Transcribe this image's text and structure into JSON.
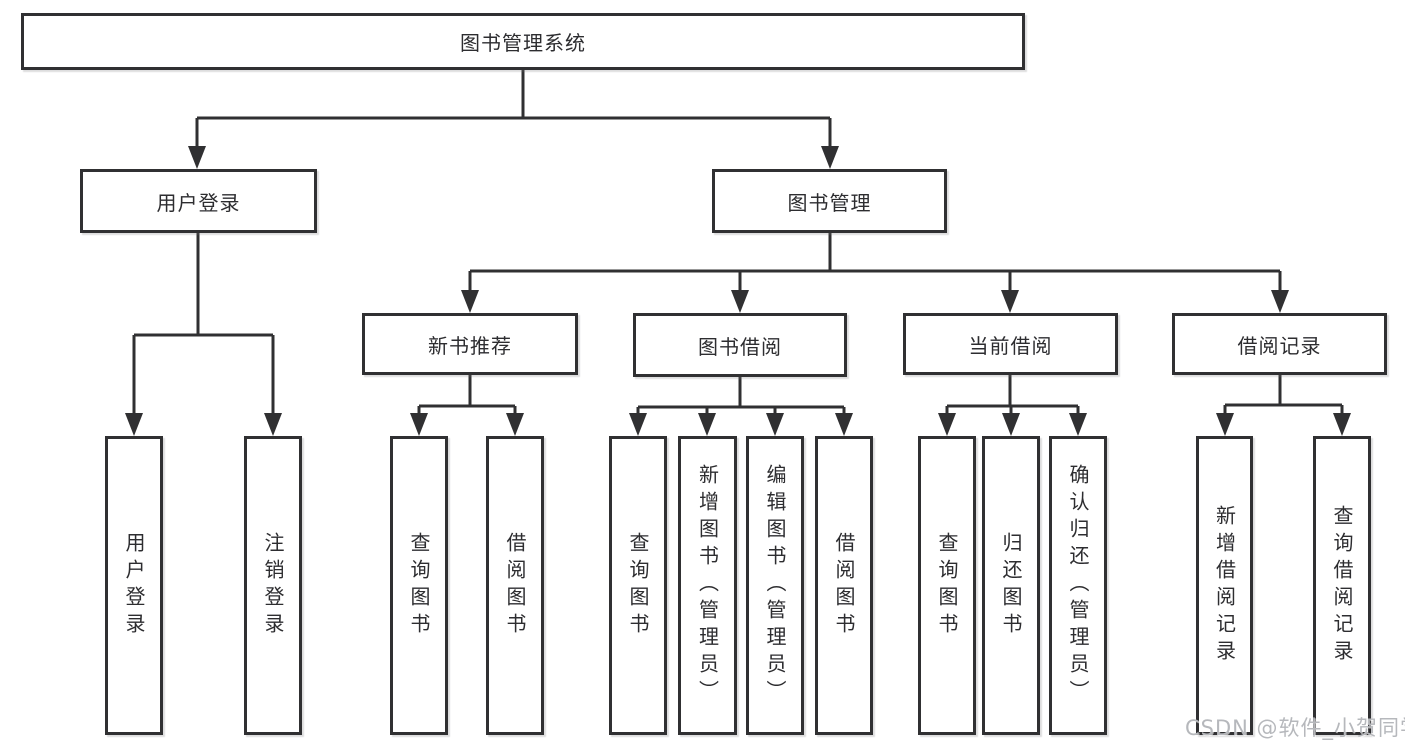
{
  "diagram": {
    "title": "图书管理系统",
    "nodes": {
      "root": "图书管理系统",
      "user_login": "用户登录",
      "book_mgmt": "图书管理",
      "new_books": "新书推荐",
      "book_borrow": "图书借阅",
      "current_borrow": "当前借阅",
      "borrow_records": "借阅记录",
      "leaf_user_login": "用户登录",
      "leaf_logout": "注销登录",
      "leaf_nb_query": "查询图书",
      "leaf_nb_borrow": "借阅图书",
      "leaf_bb_query": "查询图书",
      "leaf_bb_add": "新增图书（管理员）",
      "leaf_bb_edit": "编辑图书（管理员）",
      "leaf_bb_borrow": "借阅图书",
      "leaf_cb_query": "查询图书",
      "leaf_cb_return": "归还图书",
      "leaf_cb_confirm": "确认归还（管理员）",
      "leaf_rec_add": "新增借阅记录",
      "leaf_rec_query": "查询借阅记录"
    },
    "colors": {
      "line": "#303032",
      "text": "#2d2d30",
      "box_background": "#ffffff",
      "watermark": "#b6b8bc"
    }
  },
  "watermark": "CSDN @软件_小贺同学"
}
